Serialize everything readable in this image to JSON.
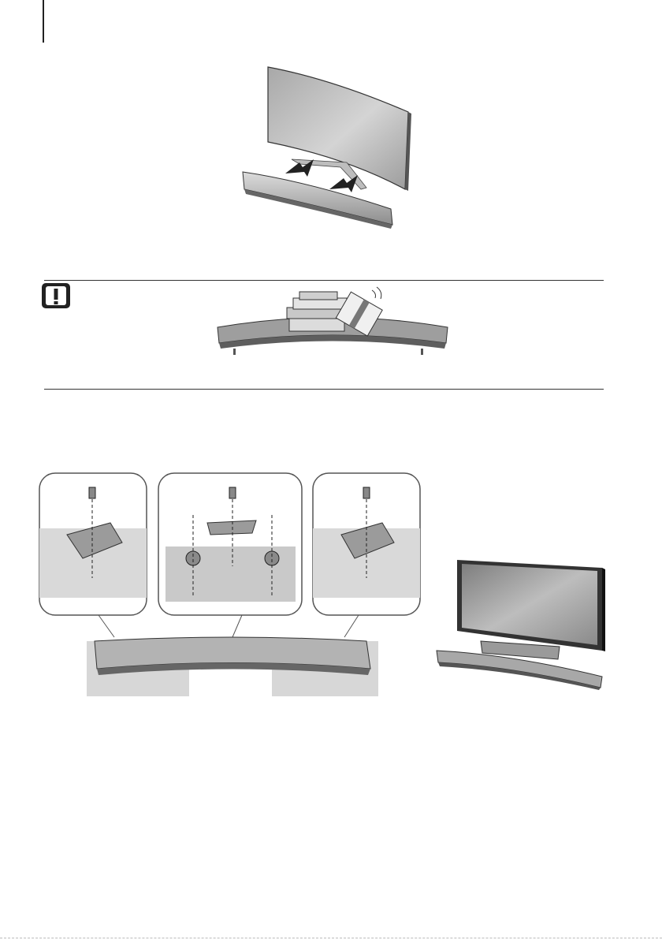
{
  "page": {
    "header_rule": true,
    "caution_icon": "exclamation-caution-icon",
    "colors": {
      "line": "#333333",
      "soundbar_body": "#9a9a9a",
      "soundbar_light": "#cfcfcf",
      "tv_screen": "#b5b5b5",
      "arrow_fill": "#222222"
    }
  },
  "figures": {
    "tv_on_soundbar": {
      "icon": "curved-tv-soundbar-illustration"
    },
    "caution": {
      "icon": "soundbar-with-books-illustration"
    },
    "stand_assembly": {
      "icon": "stand-assembly-illustration",
      "callouts": 3
    },
    "tv_soundbar_result": {
      "icon": "flat-tv-soundbar-illustration"
    }
  }
}
